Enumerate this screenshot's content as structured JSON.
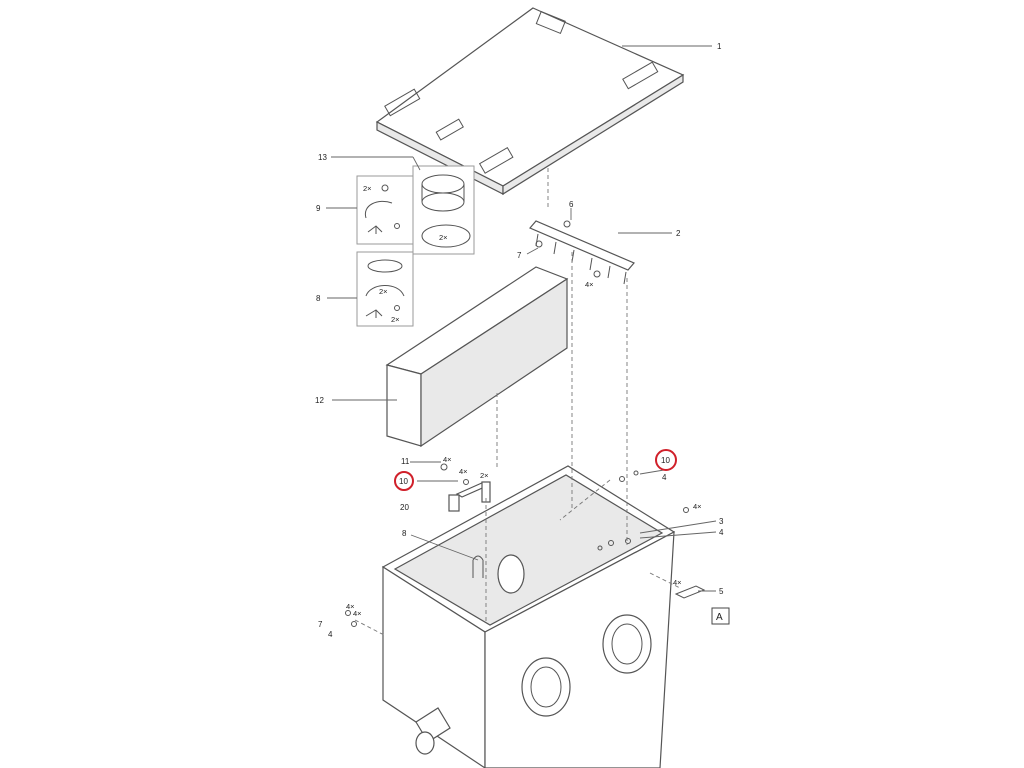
{
  "figure_id": "A",
  "callouts": {
    "c1": "1",
    "c2": "2",
    "c3": "3",
    "c4a": "4",
    "c4b": "4",
    "c4c": "4",
    "c5": "5",
    "c6": "6",
    "c7a": "7",
    "c7b": "7",
    "c8a": "8",
    "c8b": "8",
    "c9": "9",
    "c10a": "10",
    "c10b": "10",
    "c11": "11",
    "c12": "12",
    "c13": "13",
    "c20": "20"
  },
  "quantities": {
    "q_kit9_top": "2×",
    "q_kit13": "2×",
    "q_kit8_mid": "2×",
    "q_kit8_bot": "2×",
    "q_bar": "4×",
    "q_bracket11": "4×",
    "q_bracket10": "4×",
    "q_bracket_side": "2×",
    "q_right_screw": "4×",
    "q_handle": "4×",
    "q_left_a": "4×",
    "q_left_b": "4×"
  },
  "highlight_color": "#d0202a"
}
